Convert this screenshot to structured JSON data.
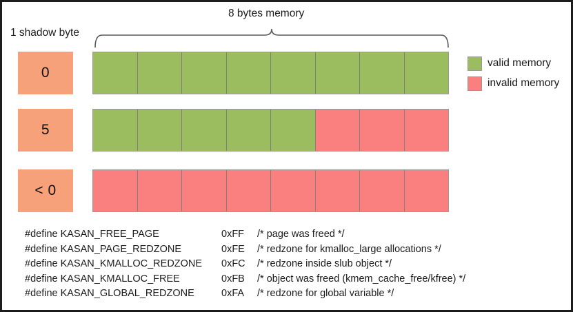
{
  "figure": {
    "title_shadow": "1 shadow byte",
    "title_memory": "8 bytes memory"
  },
  "colors": {
    "valid": "#9cbd5f",
    "invalid": "#fa8080",
    "shadow_byte": "#f6a179",
    "cell_border": "#808080",
    "frame": "#1c1c1c"
  },
  "rows": [
    {
      "shadow_value": "0",
      "cells": [
        "valid",
        "valid",
        "valid",
        "valid",
        "valid",
        "valid",
        "valid",
        "valid"
      ]
    },
    {
      "shadow_value": "5",
      "cells": [
        "valid",
        "valid",
        "valid",
        "valid",
        "valid",
        "invalid",
        "invalid",
        "invalid"
      ]
    },
    {
      "shadow_value": "< 0",
      "cells": [
        "invalid",
        "invalid",
        "invalid",
        "invalid",
        "invalid",
        "invalid",
        "invalid",
        "invalid"
      ]
    }
  ],
  "legend": [
    {
      "swatch": "valid",
      "label": "valid memory"
    },
    {
      "swatch": "invalid",
      "label": "invalid memory"
    }
  ],
  "defines": [
    {
      "directive": "#define KASAN_FREE_PAGE",
      "value": "0xFF",
      "comment": "/* page was freed */"
    },
    {
      "directive": "#define KASAN_PAGE_REDZONE",
      "value": "0xFE",
      "comment": "/* redzone for kmalloc_large allocations */"
    },
    {
      "directive": "#define KASAN_KMALLOC_REDZONE",
      "value": "0xFC",
      "comment": "/* redzone inside slub object */"
    },
    {
      "directive": "#define KASAN_KMALLOC_FREE",
      "value": "0xFB",
      "comment": "/* object was freed (kmem_cache_free/kfree) */"
    },
    {
      "directive": "#define KASAN_GLOBAL_REDZONE",
      "value": "0xFA",
      "comment": "/* redzone for global variable */"
    }
  ]
}
